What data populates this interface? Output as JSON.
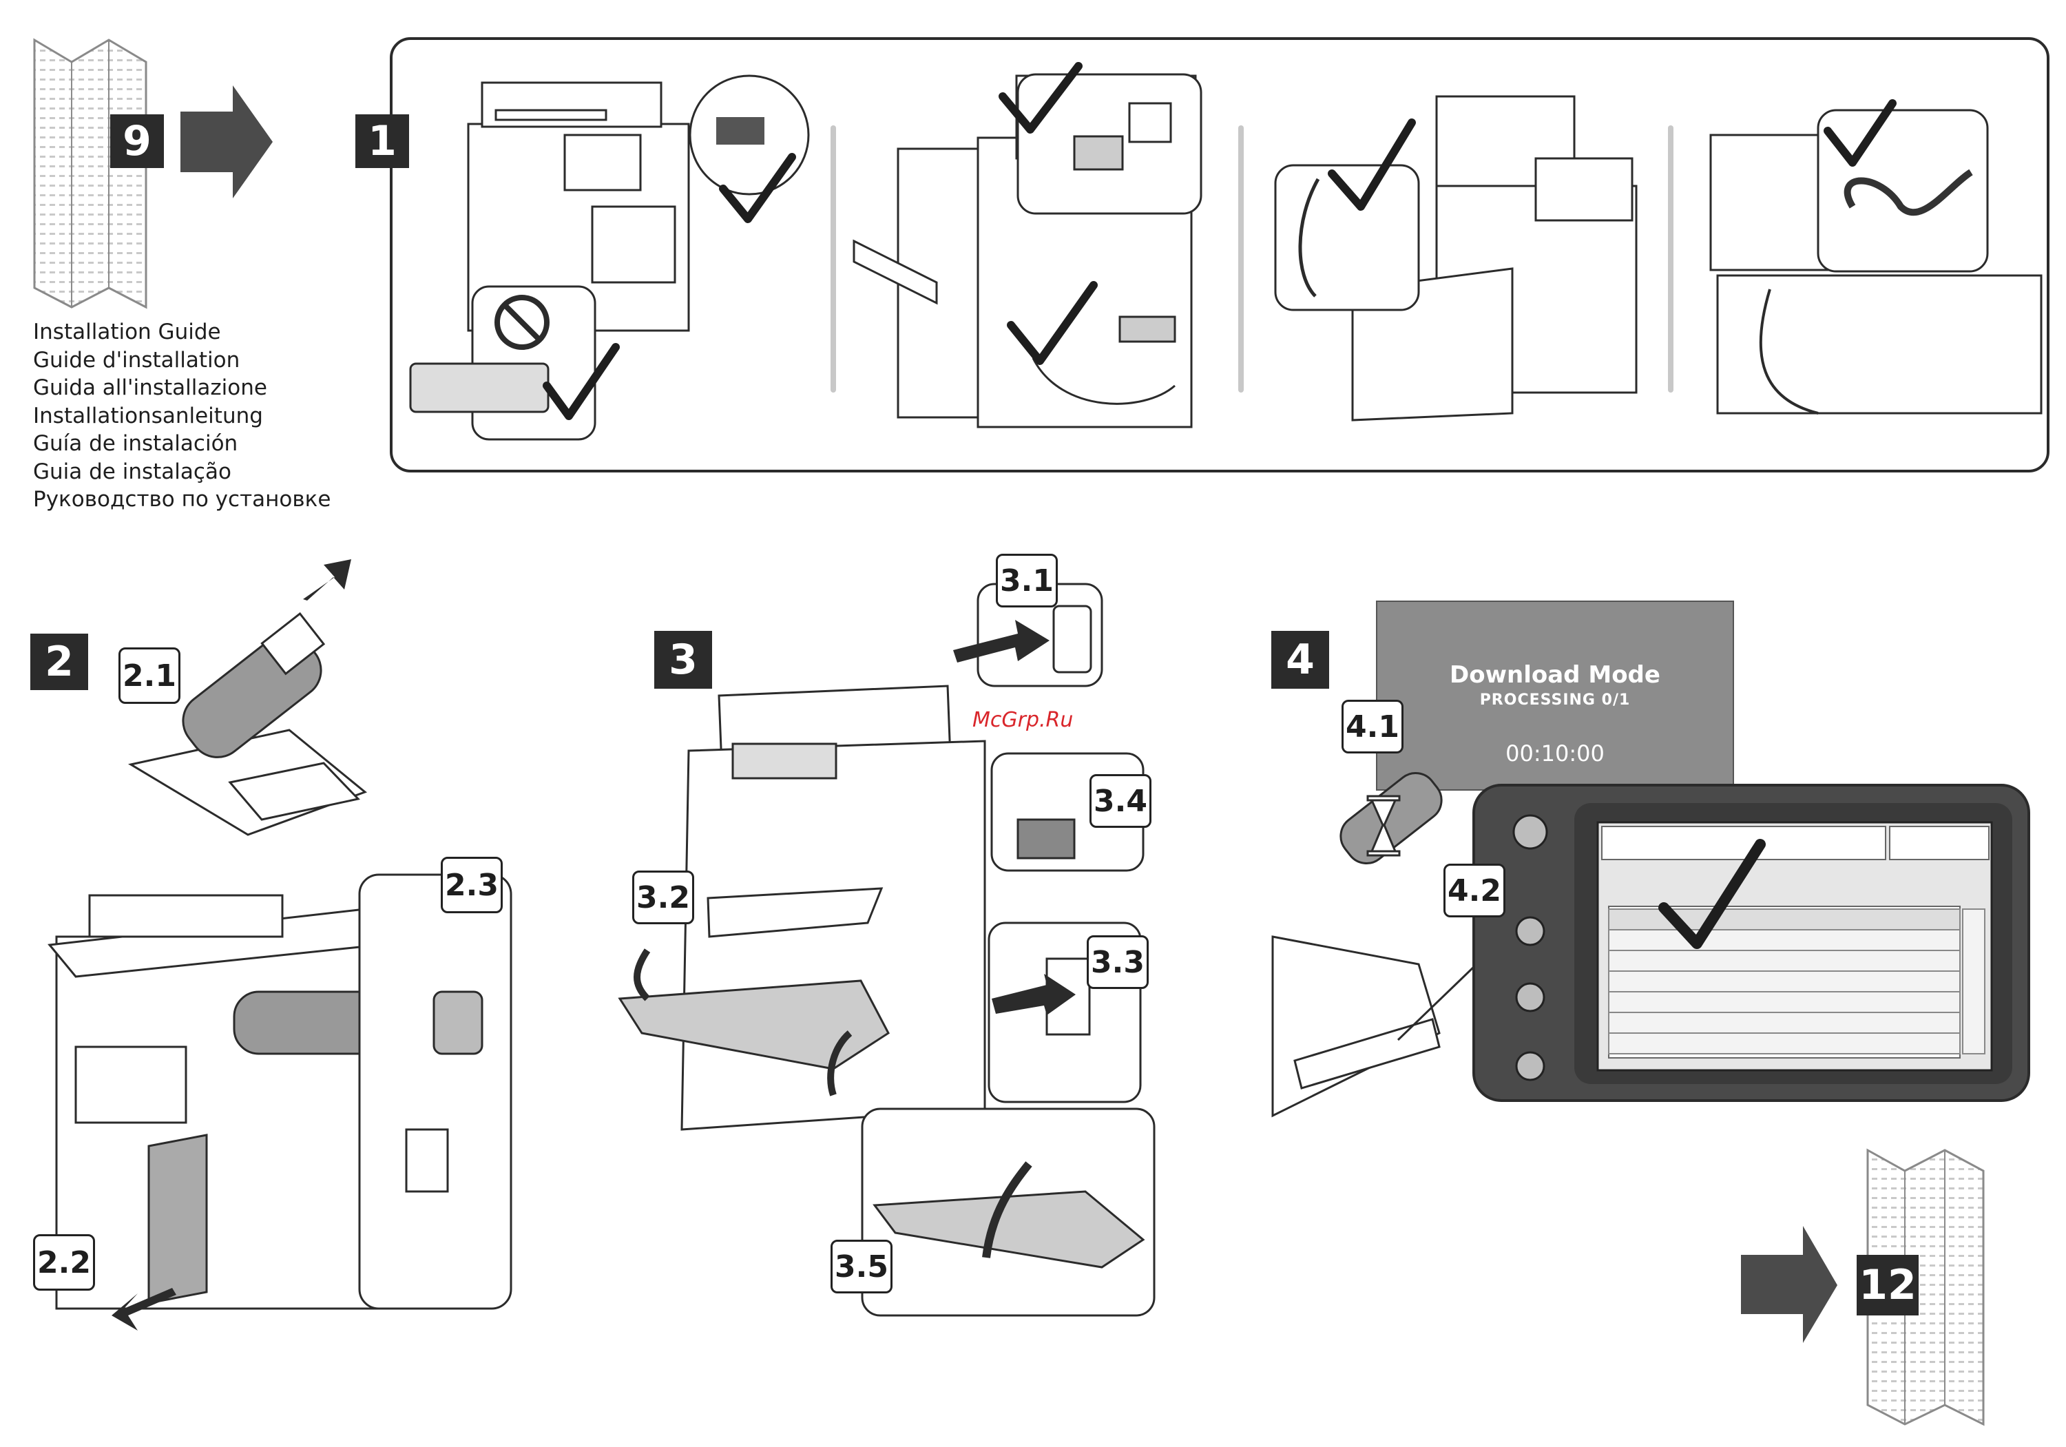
{
  "guide": {
    "titles": [
      "Installation Guide",
      "Guide d'installation",
      "Guida all'installazione",
      "Installationsanleitung",
      "Guía de instalación",
      "Guia de instalação",
      "Руководство по установке"
    ],
    "prev_page": "9",
    "next_page": "12"
  },
  "steps": {
    "step1": "1",
    "step2": "2",
    "step3": "3",
    "step4": "4"
  },
  "substeps": {
    "s21": "2.1",
    "s22": "2.2",
    "s23": "2.3",
    "s31": "3.1",
    "s32": "3.2",
    "s33": "3.3",
    "s34": "3.4",
    "s35": "3.5",
    "s41": "4.1",
    "s42": "4.2"
  },
  "download_screen": {
    "title": "Download Mode",
    "status": "PROCESSING 0/1",
    "timer": "00:10:00"
  },
  "watermark": "McGrp.Ru",
  "icons": [
    "folded-guide-icon",
    "arrow-right-icon",
    "checkmark-icon",
    "prohibited-icon",
    "usb-drive-icon",
    "hourglass-icon",
    "home-icon",
    "power-switch-icon",
    "wall-outlet-icon"
  ]
}
